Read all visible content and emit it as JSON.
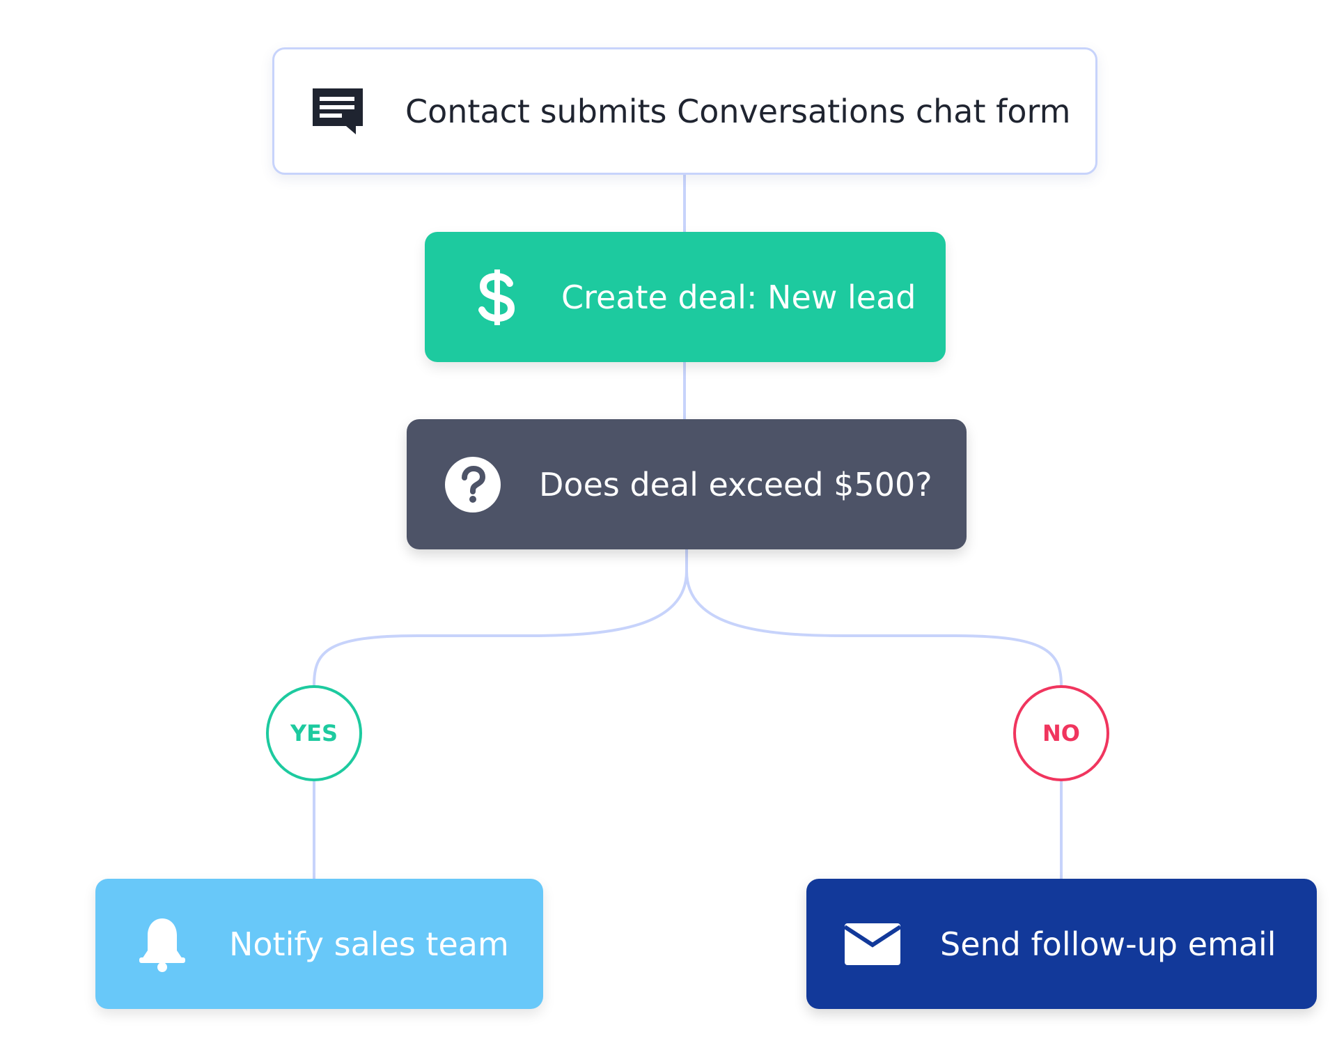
{
  "workflow": {
    "trigger": {
      "label": "Contact submits Conversations chat form",
      "icon": "chat-form-icon"
    },
    "action_create_deal": {
      "label": "Create deal: New lead",
      "icon": "dollar-icon",
      "color": "#1dca9f"
    },
    "decision": {
      "label": "Does deal exceed $500?",
      "icon": "question-icon",
      "color": "#4d5367"
    },
    "branches": {
      "yes": {
        "label": "YES",
        "color": "#1dca9f"
      },
      "no": {
        "label": "NO",
        "color": "#f0355e"
      }
    },
    "action_notify": {
      "label": "Notify sales team",
      "icon": "bell-icon",
      "color": "#68c8f9"
    },
    "action_email": {
      "label": "Send follow-up email",
      "icon": "envelope-icon",
      "color": "#12399a"
    },
    "connector_color": "#c7d3fb"
  }
}
